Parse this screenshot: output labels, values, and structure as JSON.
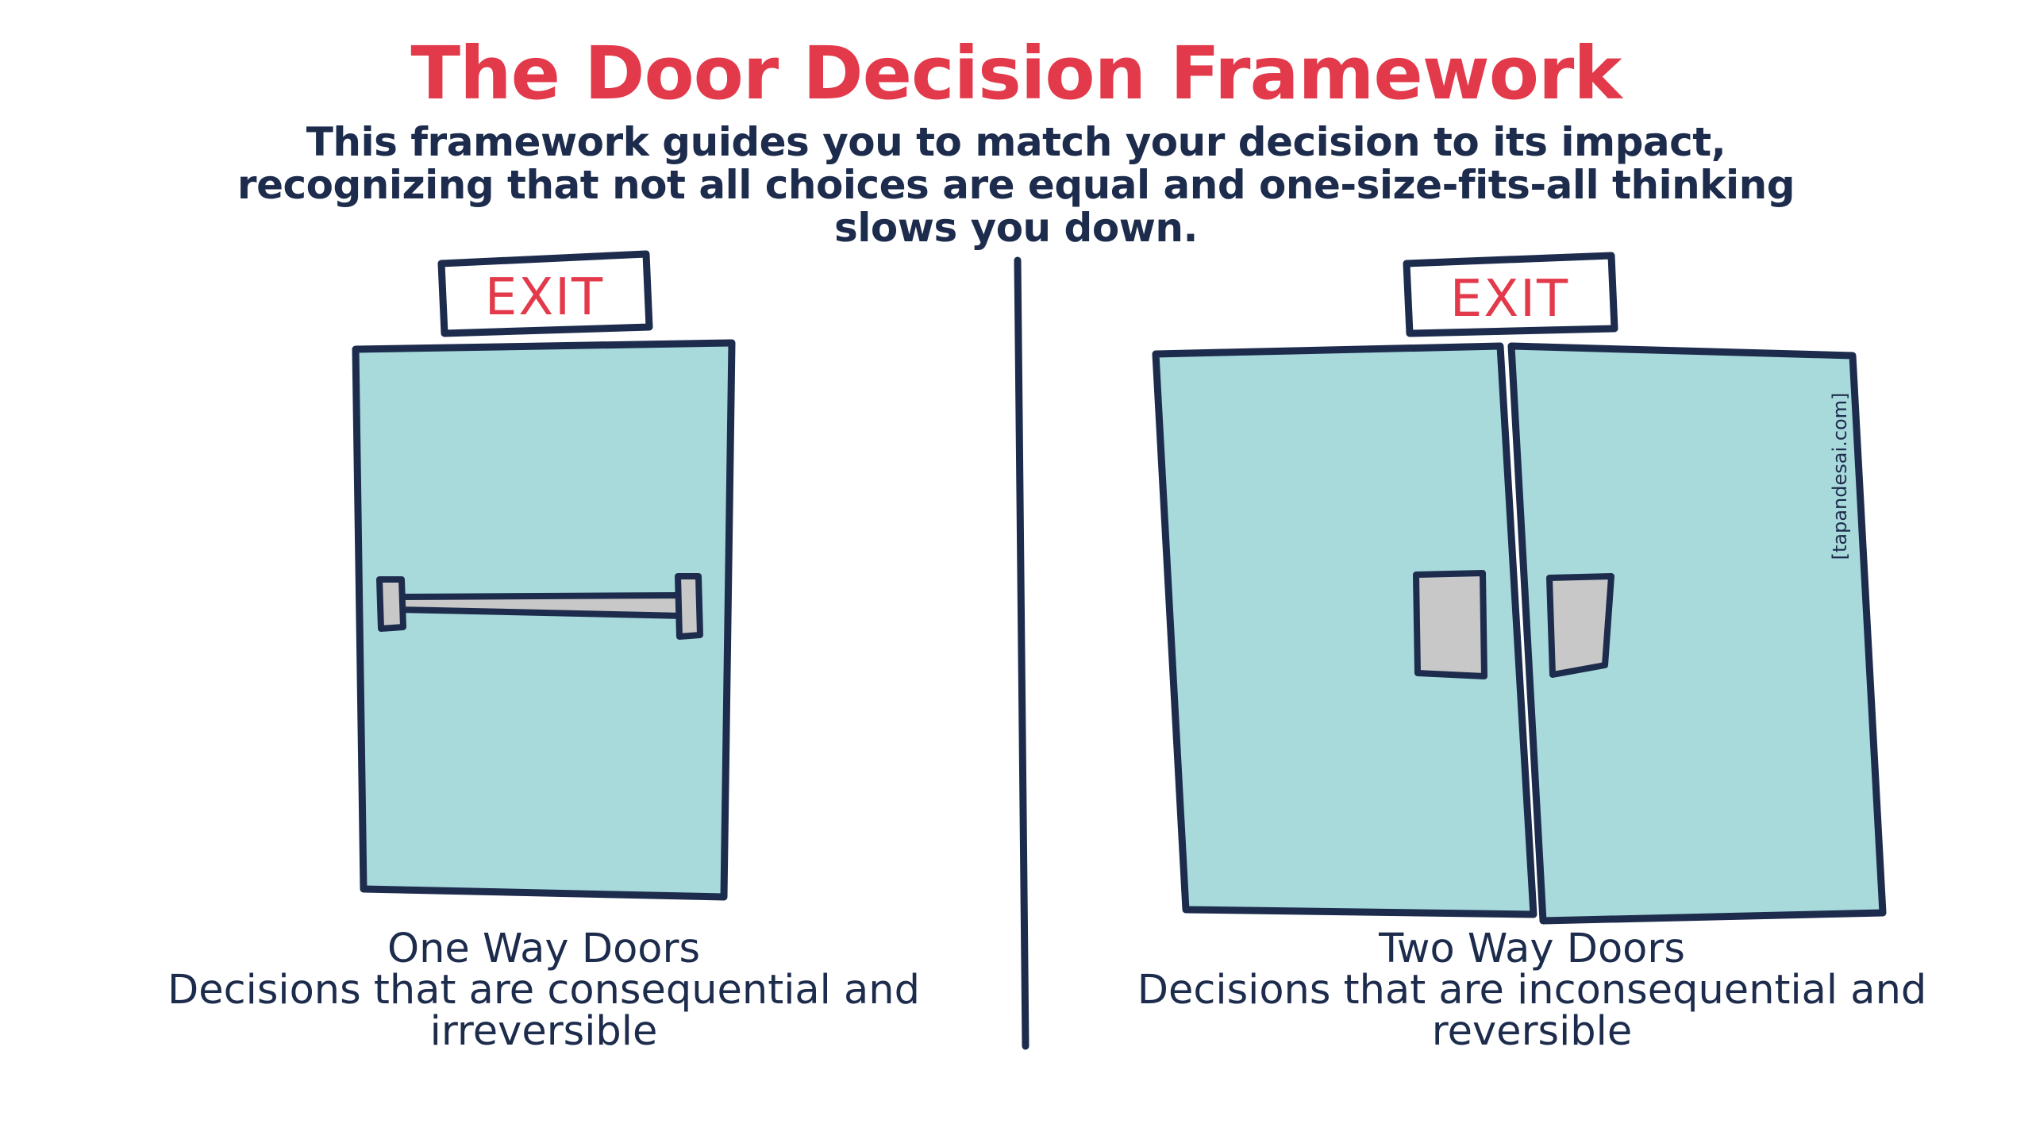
{
  "title": "The Door Decision Framework",
  "subtitle": "This framework guides you to match your decision to its impact, recognizing that not all choices are equal and one-size-fits-all thinking slows you down.",
  "colors": {
    "title": "#e23a4a",
    "text": "#1d2c4c",
    "door_fill": "#a8dadc",
    "handle_fill": "#c8c8c8",
    "exit_text": "#e23a4a"
  },
  "left_door": {
    "exit_label": "EXIT",
    "name": "One Way Doors",
    "description": "Decisions that are consequential and irreversible"
  },
  "right_door": {
    "exit_label": "EXIT",
    "name": "Two Way Doors",
    "description": "Decisions that are inconsequential and reversible"
  },
  "watermark": "[tapandesai.com]"
}
